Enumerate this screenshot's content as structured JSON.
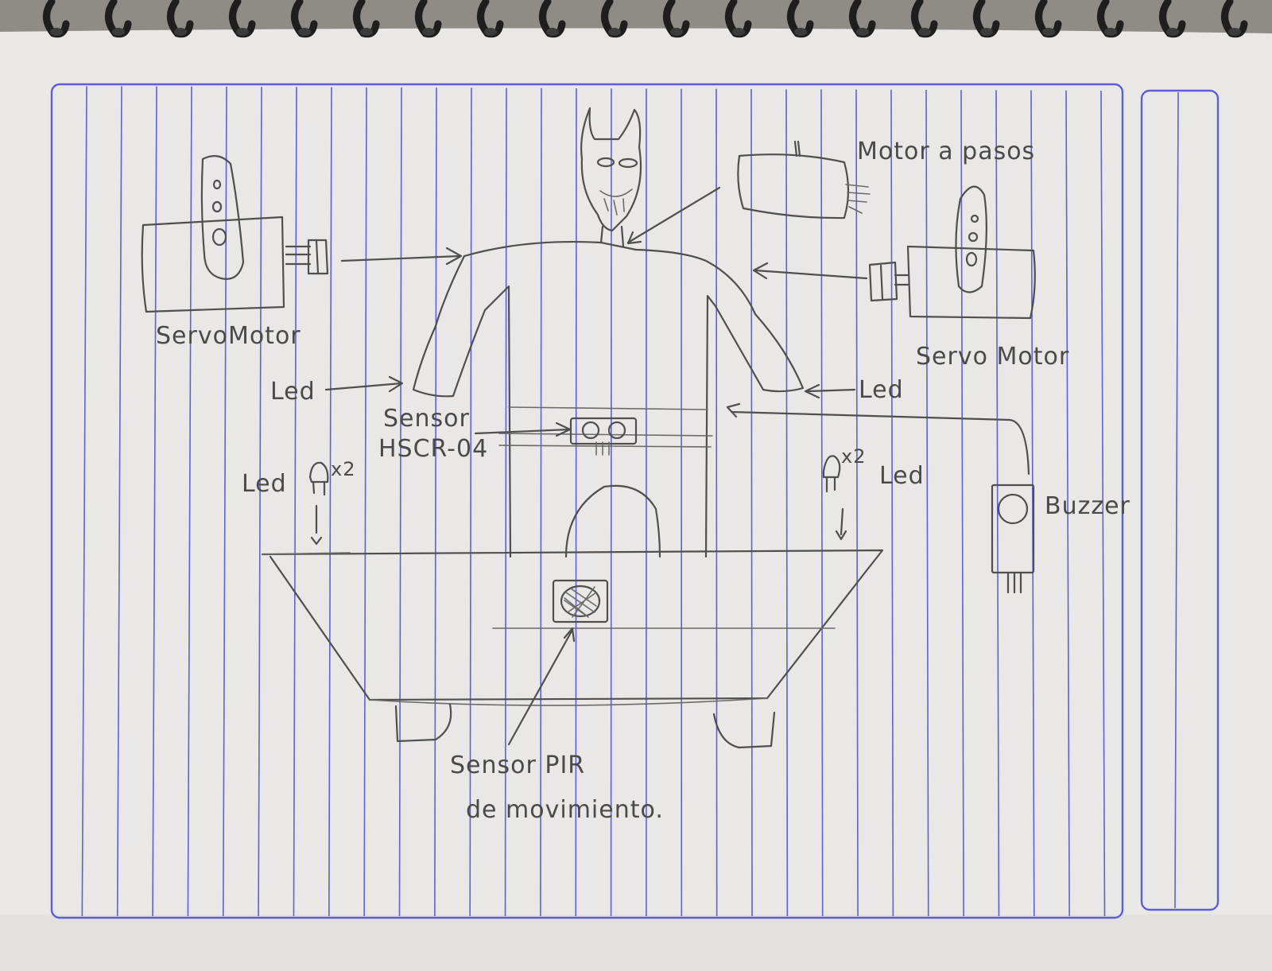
{
  "title": "",
  "colors": {
    "paper": "#e9e8e6",
    "ruling": "#5f5fd8",
    "pencil": "#4f4f4f",
    "spiral": "#1e1e1e"
  },
  "labels": {
    "servo_left": "ServoMotor",
    "servo_right": "Servo Motor",
    "stepper": "Motor a pasos",
    "led_left": "Led",
    "led_right": "Led",
    "led_bottom_left": "Led",
    "led_bottom_right": "Led",
    "led_qty_left": "x2",
    "led_qty_right": "x2",
    "sensor_hscr_line1": "Sensor",
    "sensor_hscr_line2": "HSCR-04",
    "buzzer": "Buzzer",
    "pir_line1": "Sensor PIR",
    "pir_line2": "de movimiento."
  }
}
